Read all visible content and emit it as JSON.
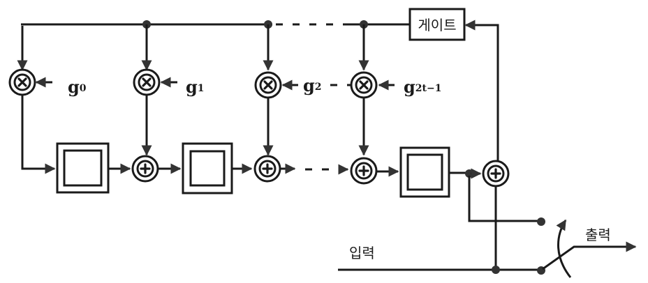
{
  "diagram": {
    "gate_label": "게이트",
    "input_label": "입력",
    "output_label": "출력",
    "coefficients": [
      {
        "base": "g",
        "sub": "0"
      },
      {
        "base": "g",
        "sub": "1"
      },
      {
        "base": "g",
        "sub": "2"
      },
      {
        "base": "g",
        "sub": "2t−1"
      }
    ],
    "multiplier_symbol": "×",
    "adder_symbol": "+",
    "colors": {
      "stroke": "#1a1a1a",
      "background": "#ffffff"
    }
  }
}
